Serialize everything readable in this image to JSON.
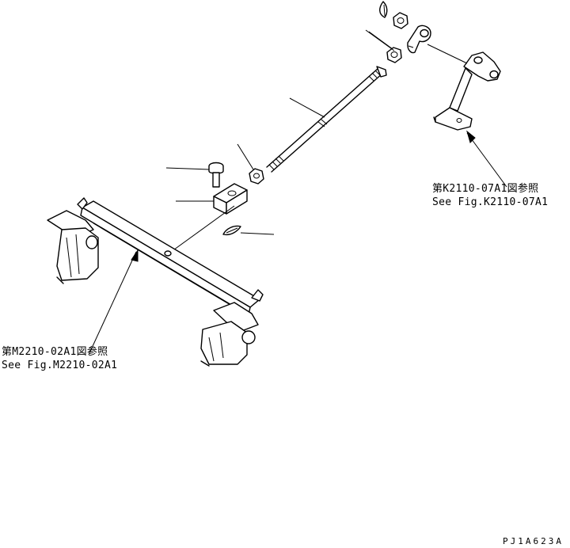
{
  "references": {
    "lever_jp": "第K2110-07A1図参照",
    "lever_en": "See Fig.K2110-07A1",
    "crossbar_jp": "第M2210-02A1図参照",
    "crossbar_en": "See Fig.M2210-02A1"
  },
  "drawing_code": "PJ1A623A"
}
